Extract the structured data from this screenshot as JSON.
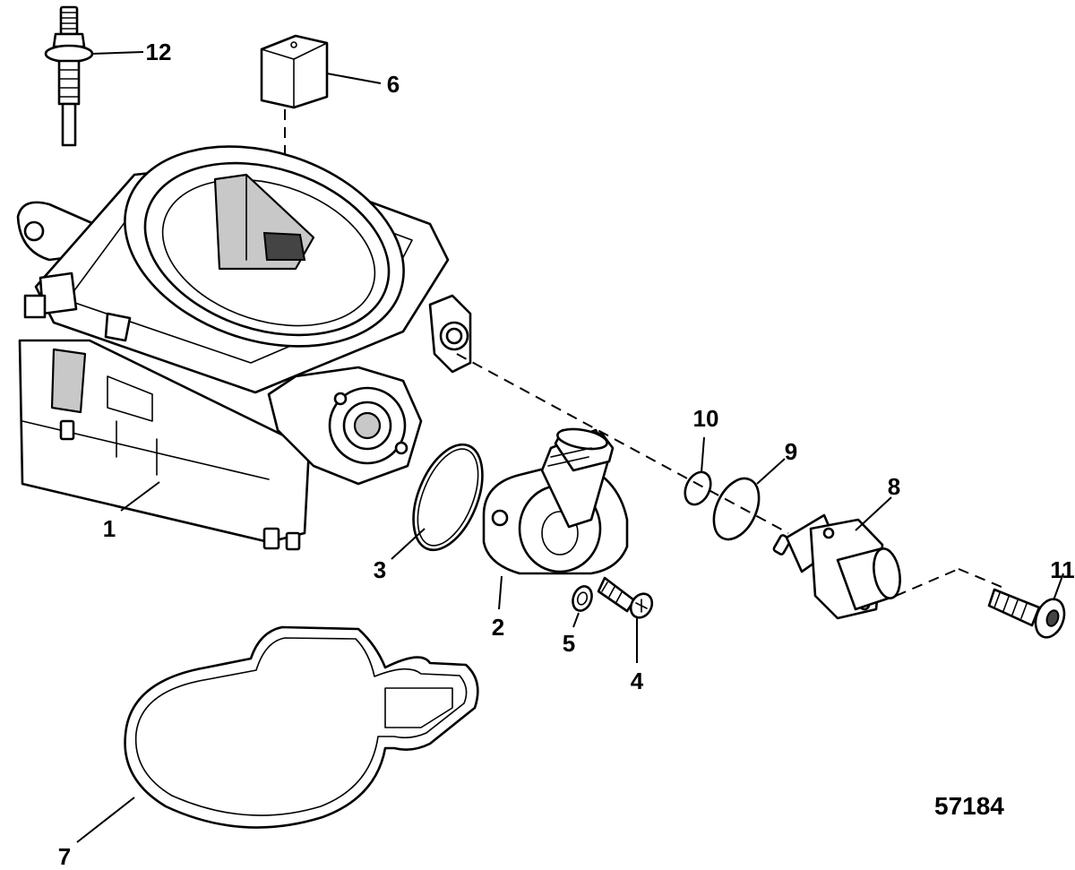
{
  "figure_number": "57184",
  "callouts": [
    {
      "id": "1",
      "label": "1"
    },
    {
      "id": "2",
      "label": "2"
    },
    {
      "id": "3",
      "label": "3"
    },
    {
      "id": "4",
      "label": "4"
    },
    {
      "id": "5",
      "label": "5"
    },
    {
      "id": "6",
      "label": "6"
    },
    {
      "id": "7",
      "label": "7"
    },
    {
      "id": "8",
      "label": "8"
    },
    {
      "id": "9",
      "label": "9"
    },
    {
      "id": "10",
      "label": "10"
    },
    {
      "id": "11",
      "label": "11"
    },
    {
      "id": "12",
      "label": "12"
    }
  ]
}
